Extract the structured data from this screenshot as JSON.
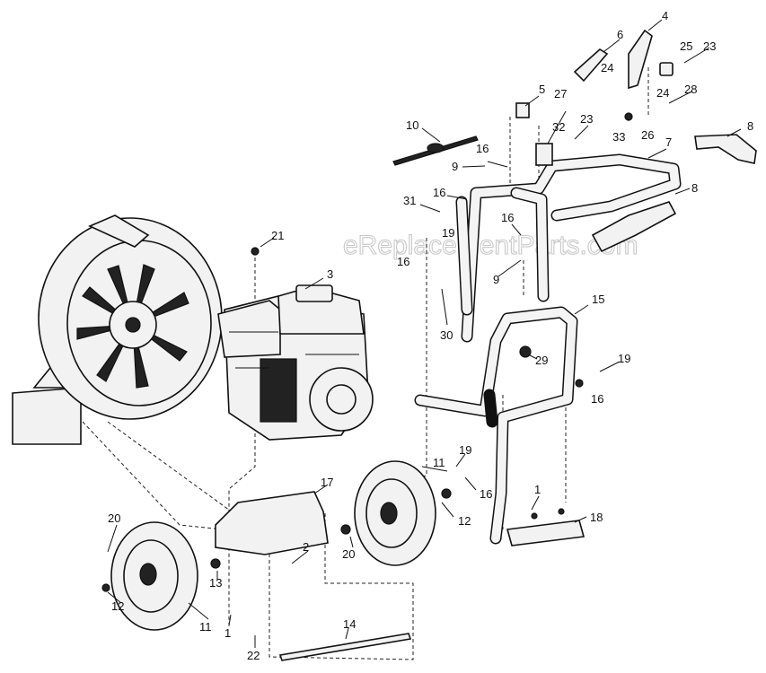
{
  "watermark": "eReplacementParts.com",
  "callouts": [
    {
      "id": "c1a",
      "text": "1"
    },
    {
      "id": "c1b",
      "text": "1"
    },
    {
      "id": "c2",
      "text": "2"
    },
    {
      "id": "c3",
      "text": "3"
    },
    {
      "id": "c4",
      "text": "4"
    },
    {
      "id": "c5",
      "text": "5"
    },
    {
      "id": "c6",
      "text": "6"
    },
    {
      "id": "c7",
      "text": "7"
    },
    {
      "id": "c8a",
      "text": "8"
    },
    {
      "id": "c8b",
      "text": "8"
    },
    {
      "id": "c9a",
      "text": "9"
    },
    {
      "id": "c9b",
      "text": "9"
    },
    {
      "id": "c10",
      "text": "10"
    },
    {
      "id": "c11a",
      "text": "11"
    },
    {
      "id": "c11b",
      "text": "11"
    },
    {
      "id": "c12a",
      "text": "12"
    },
    {
      "id": "c12b",
      "text": "12"
    },
    {
      "id": "c13",
      "text": "13"
    },
    {
      "id": "c14",
      "text": "14"
    },
    {
      "id": "c15",
      "text": "15"
    },
    {
      "id": "c16a",
      "text": "16"
    },
    {
      "id": "c16b",
      "text": "16"
    },
    {
      "id": "c16c",
      "text": "16"
    },
    {
      "id": "c16d",
      "text": "16"
    },
    {
      "id": "c16e",
      "text": "16"
    },
    {
      "id": "c16f",
      "text": "16"
    },
    {
      "id": "c17",
      "text": "17"
    },
    {
      "id": "c18",
      "text": "18"
    },
    {
      "id": "c19a",
      "text": "19"
    },
    {
      "id": "c19b",
      "text": "19"
    },
    {
      "id": "c19c",
      "text": "19"
    },
    {
      "id": "c20a",
      "text": "20"
    },
    {
      "id": "c20b",
      "text": "20"
    },
    {
      "id": "c21",
      "text": "21"
    },
    {
      "id": "c22",
      "text": "22"
    },
    {
      "id": "c23a",
      "text": "23"
    },
    {
      "id": "c23b",
      "text": "23"
    },
    {
      "id": "c24a",
      "text": "24"
    },
    {
      "id": "c24b",
      "text": "24"
    },
    {
      "id": "c25",
      "text": "25"
    },
    {
      "id": "c26",
      "text": "26"
    },
    {
      "id": "c27",
      "text": "27"
    },
    {
      "id": "c28",
      "text": "28"
    },
    {
      "id": "c29",
      "text": "29"
    },
    {
      "id": "c30",
      "text": "30"
    },
    {
      "id": "c31",
      "text": "31"
    },
    {
      "id": "c32",
      "text": "32"
    },
    {
      "id": "c33",
      "text": "33"
    }
  ]
}
